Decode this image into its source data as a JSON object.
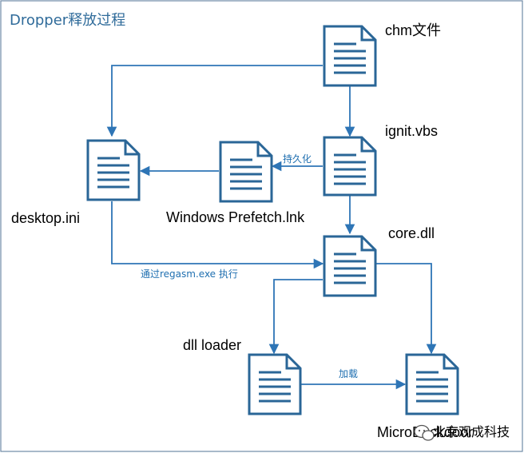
{
  "title": "Dropper释放过程",
  "colors": {
    "border": "#6f8aa6",
    "doc_stroke": "#2a6697",
    "doc_fill": "#ffffff",
    "arrow": "#2e75b6",
    "edge_label": "#1f6fb0"
  },
  "nodes": {
    "chm": {
      "label": "chm文件",
      "icon": "document-icon"
    },
    "ignit": {
      "label": "ignit.vbs",
      "icon": "document-icon"
    },
    "prefetch": {
      "label": "Windows Prefetch.lnk",
      "icon": "document-icon"
    },
    "desktop": {
      "label": "desktop.ini",
      "icon": "document-icon"
    },
    "core": {
      "label": "core.dll",
      "icon": "document-icon"
    },
    "loader": {
      "label": "dll loader",
      "icon": "document-icon"
    },
    "micro": {
      "label": "MicroBackdoor",
      "icon": "document-icon"
    }
  },
  "edges": {
    "persist": "持久化",
    "regasm": "通过regasm.exe 执行",
    "load": "加载"
  },
  "watermark": {
    "text": "北京观成科技",
    "icon": "wechat-icon"
  }
}
